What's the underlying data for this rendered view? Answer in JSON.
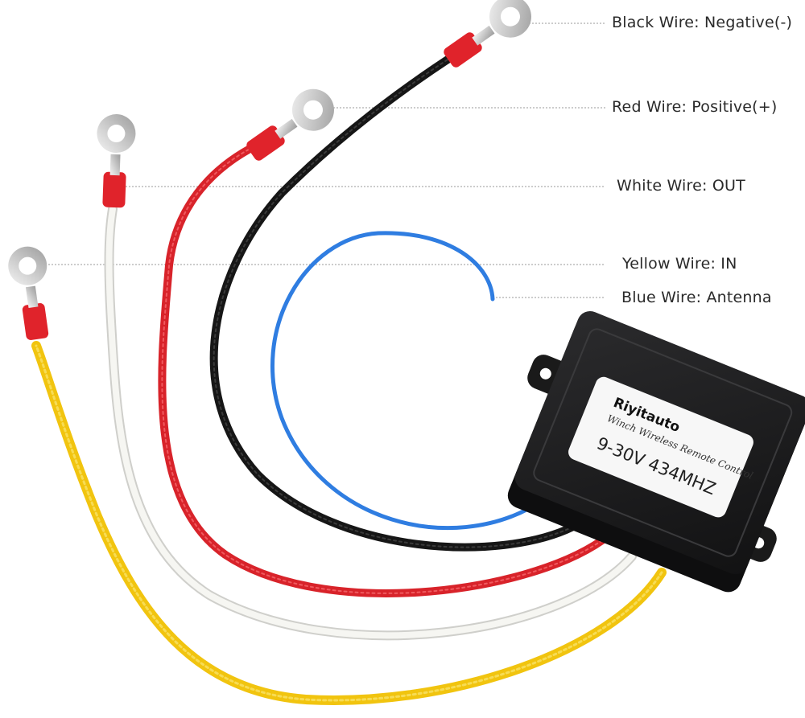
{
  "colors": {
    "black_wire": "#1a1a1a",
    "red_wire": "#d8232a",
    "white_wire": "#f2f2ee",
    "yellow_wire": "#f1c40f",
    "blue_wire": "#2f7de1",
    "terminal_red": "#e0232b",
    "ring_metal": "#c9c9c9",
    "box": "#1c1c1e",
    "leader_line": "#9a9a9a"
  },
  "callouts": [
    {
      "id": "black",
      "text": "Black Wire: Negative(-)"
    },
    {
      "id": "red",
      "text": "Red Wire: Positive(+)"
    },
    {
      "id": "white",
      "text": "White Wire: OUT"
    },
    {
      "id": "yellow",
      "text": "Yellow Wire: IN"
    },
    {
      "id": "blue",
      "text": "Blue Wire: Antenna"
    }
  ],
  "device_label": {
    "brand": "Riyitauto",
    "subtitle": "Winch Wireless Remote Control",
    "spec": "9-30V 434MHZ"
  }
}
